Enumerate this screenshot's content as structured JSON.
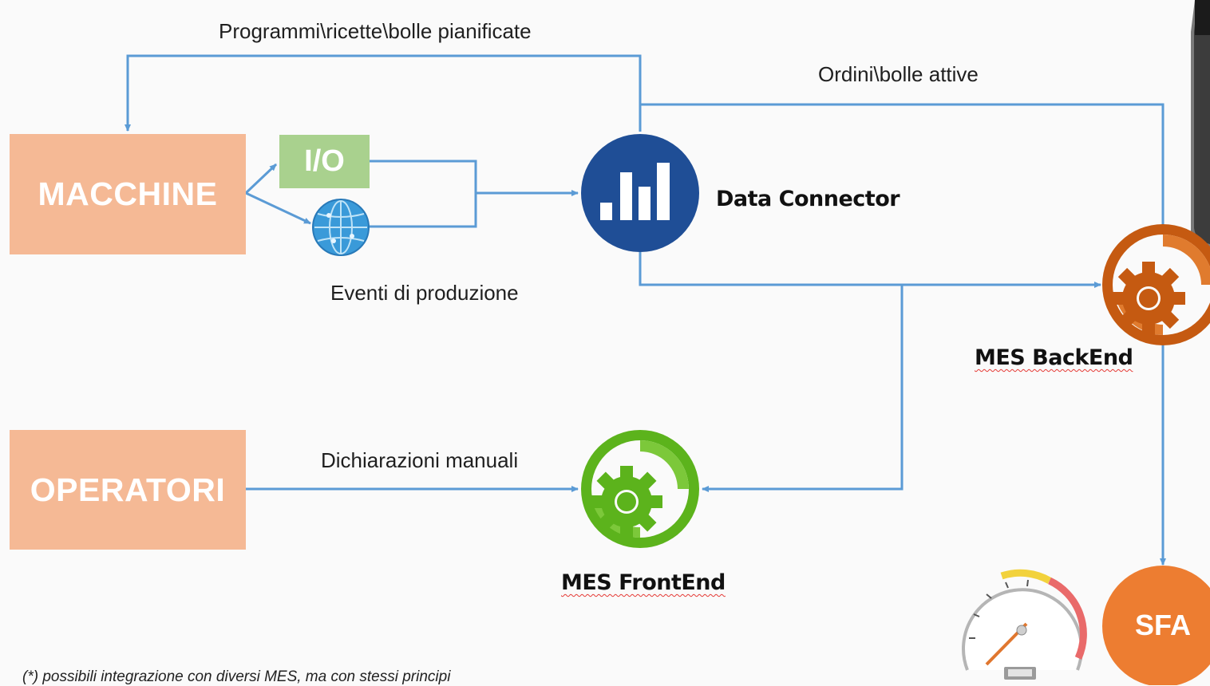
{
  "boxes": {
    "macchine": "MACCHINE",
    "operatori": "OPERATORI",
    "io": "I/O"
  },
  "labels": {
    "programmi": "Programmi\\ricette\\bolle pianificate",
    "ordini": "Ordini\\bolle attive",
    "eventi": "Eventi di produzione",
    "dichiarazioni": "Dichiarazioni manuali"
  },
  "nodes": {
    "data_connector": "Data Connector",
    "mes_backend": "MES BackEnd",
    "mes_frontend": "MES FrontEnd",
    "sfa": "SFA"
  },
  "footnote": "(*) possibili integrazione con diversi MES, ma con stessi principi",
  "colors": {
    "connector": "#5b9bd5",
    "orange_box": "#f5b995",
    "io_box": "#a9d18e",
    "data_connector": "#1f4e96",
    "backend": "#c55a11",
    "frontend": "#5cb31c",
    "sfa": "#ed7d31"
  },
  "icons": [
    "network-globe-icon",
    "bar-chart-icon",
    "backend-gear-icon",
    "frontend-gear-icon",
    "speedometer-icon"
  ]
}
